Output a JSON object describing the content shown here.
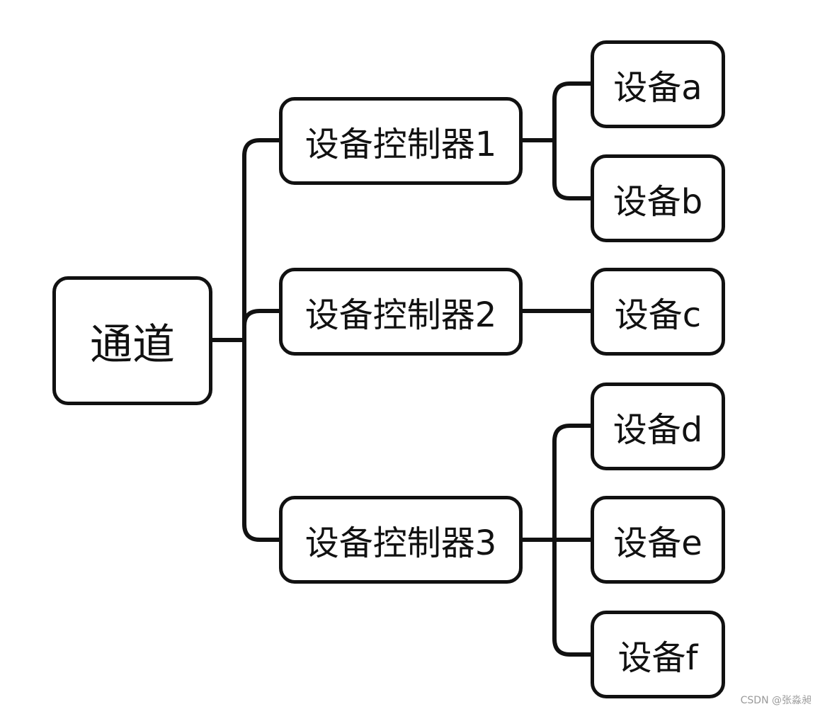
{
  "diagram": {
    "root": {
      "label": "通道"
    },
    "controllers": [
      {
        "label": "设备控制器1",
        "devices": [
          "设备a",
          "设备b"
        ]
      },
      {
        "label": "设备控制器2",
        "devices": [
          "设备c"
        ]
      },
      {
        "label": "设备控制器3",
        "devices": [
          "设备d",
          "设备e",
          "设备f"
        ]
      }
    ]
  },
  "watermark": "CSDN @张淼昶",
  "colors": {
    "stroke": "#111111",
    "background": "#ffffff",
    "watermark": "#9a9a9a"
  }
}
